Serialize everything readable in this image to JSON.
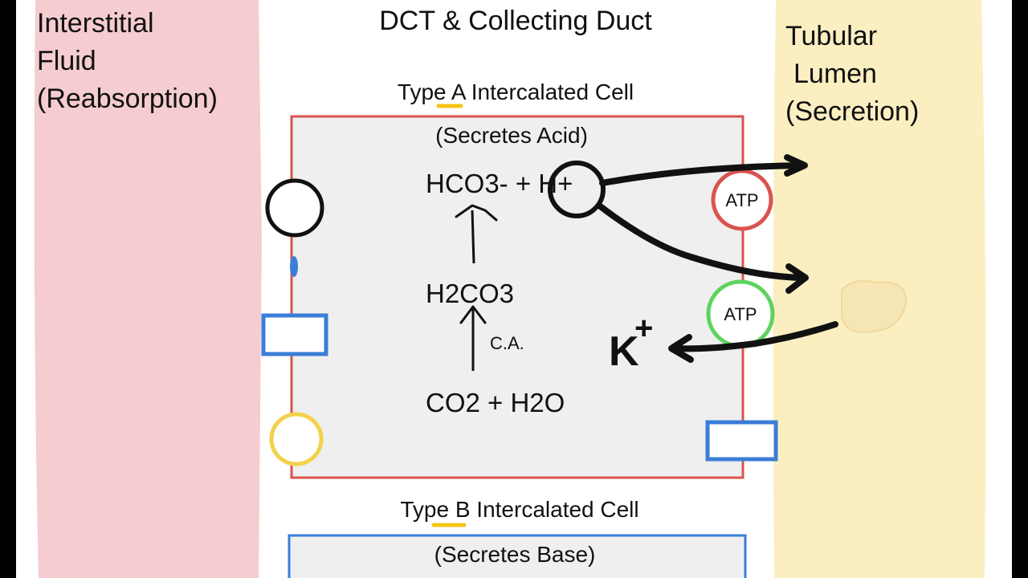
{
  "title": "DCT & Collecting Duct",
  "left_region": {
    "lines": [
      "Interstitial",
      "Fluid",
      "(Reabsorption)"
    ],
    "color": "#f5cccf"
  },
  "right_region": {
    "lines": [
      "Tubular",
      "Lumen",
      "(Secretion)"
    ],
    "color": "#fbefc2"
  },
  "cell_a": {
    "heading": "Type A Intercalated Cell",
    "subheading": "(Secretes Acid)",
    "border_color": "#d9534f",
    "reaction": {
      "top": "HCO3- + H+",
      "middle": "H2CO3",
      "bottom": "CO2 + H2O",
      "enzyme": "C.A."
    },
    "pumps": [
      {
        "name": "red-atp-pump",
        "label": "ATP",
        "color": "#d9534f"
      },
      {
        "name": "green-atp-pump",
        "label": "ATP",
        "color": "#5ed35e"
      }
    ],
    "ion": "K",
    "ion_charge": "+"
  },
  "cell_b": {
    "heading": "Type B Intercalated Cell",
    "subheading": "(Secretes Base)",
    "border_color": "#3b7dd8"
  },
  "colors": {
    "blue": "#3b7dd8",
    "yellow": "#f2d24b",
    "highlight": "#f5c518",
    "ink": "#111111"
  }
}
